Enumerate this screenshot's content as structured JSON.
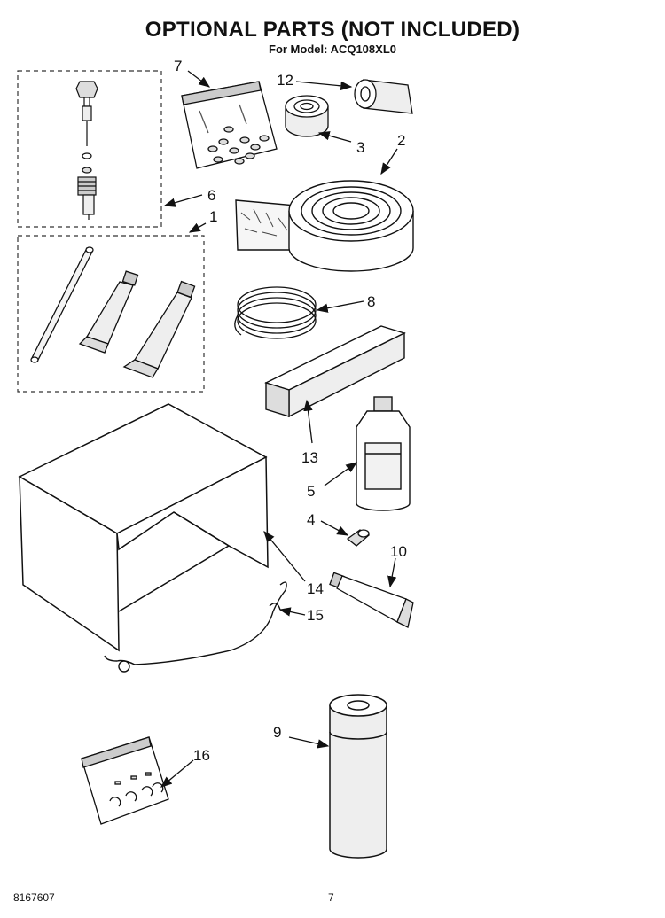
{
  "header": {
    "title": "OPTIONAL PARTS (NOT INCLUDED)",
    "subtitle": "For Model: ACQ108XL0"
  },
  "callouts": {
    "n1": "1",
    "n2": "2",
    "n3": "3",
    "n4": "4",
    "n5": "5",
    "n6": "6",
    "n7": "7",
    "n8": "8",
    "n9": "9",
    "n10": "10",
    "n12": "12",
    "n13": "13",
    "n14": "14",
    "n15": "15",
    "n16": "16"
  },
  "footer": {
    "doc_number": "8167607",
    "page_number": "7"
  }
}
